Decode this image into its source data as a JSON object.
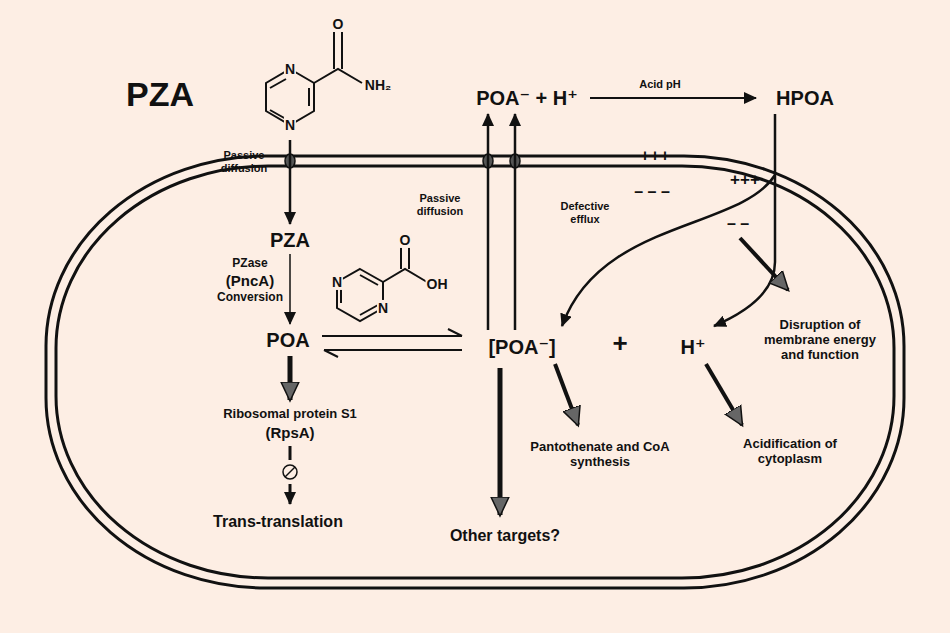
{
  "diagram": {
    "labels": [
      "PZA",
      "N",
      "N",
      "O",
      "NH₂",
      "Passive diffusion",
      "PZA",
      "PZase",
      "(PncA)",
      "Conversion",
      "POA",
      "N",
      "N",
      "O",
      "OH",
      "Ribosomal protein S1",
      "(RpsA)",
      "Trans-translation",
      "POA⁻ + H⁺",
      "Acid pH",
      "HPOA",
      "Passive diffusion",
      "Defective efflux",
      "+++",
      "+++",
      "– – –",
      "– –",
      "[POA⁻]",
      "+",
      "H⁺",
      "Disruption of membrane energy and function",
      "Pantothenate and CoA synthesis",
      "Acidification of cytoplasm",
      "Other targets?"
    ]
  }
}
